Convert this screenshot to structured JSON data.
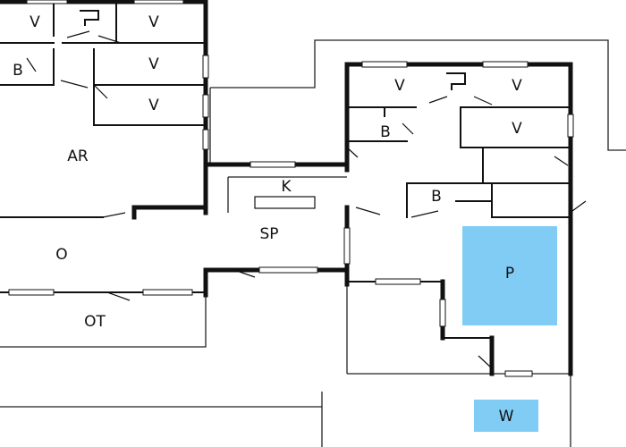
{
  "colors": {
    "pool": "#80ccf5",
    "wall": "#111111",
    "background": "#ffffff"
  },
  "labels": {
    "v1": "V",
    "v2": "V",
    "v3": "V",
    "v4": "V",
    "b1": "B",
    "ar": "AR",
    "o": "O",
    "ot": "OT",
    "k": "K",
    "sp": "SP",
    "v5": "V",
    "v6": "V",
    "v7": "V",
    "b2": "B",
    "b3": "B",
    "p": "P",
    "w": "W"
  }
}
